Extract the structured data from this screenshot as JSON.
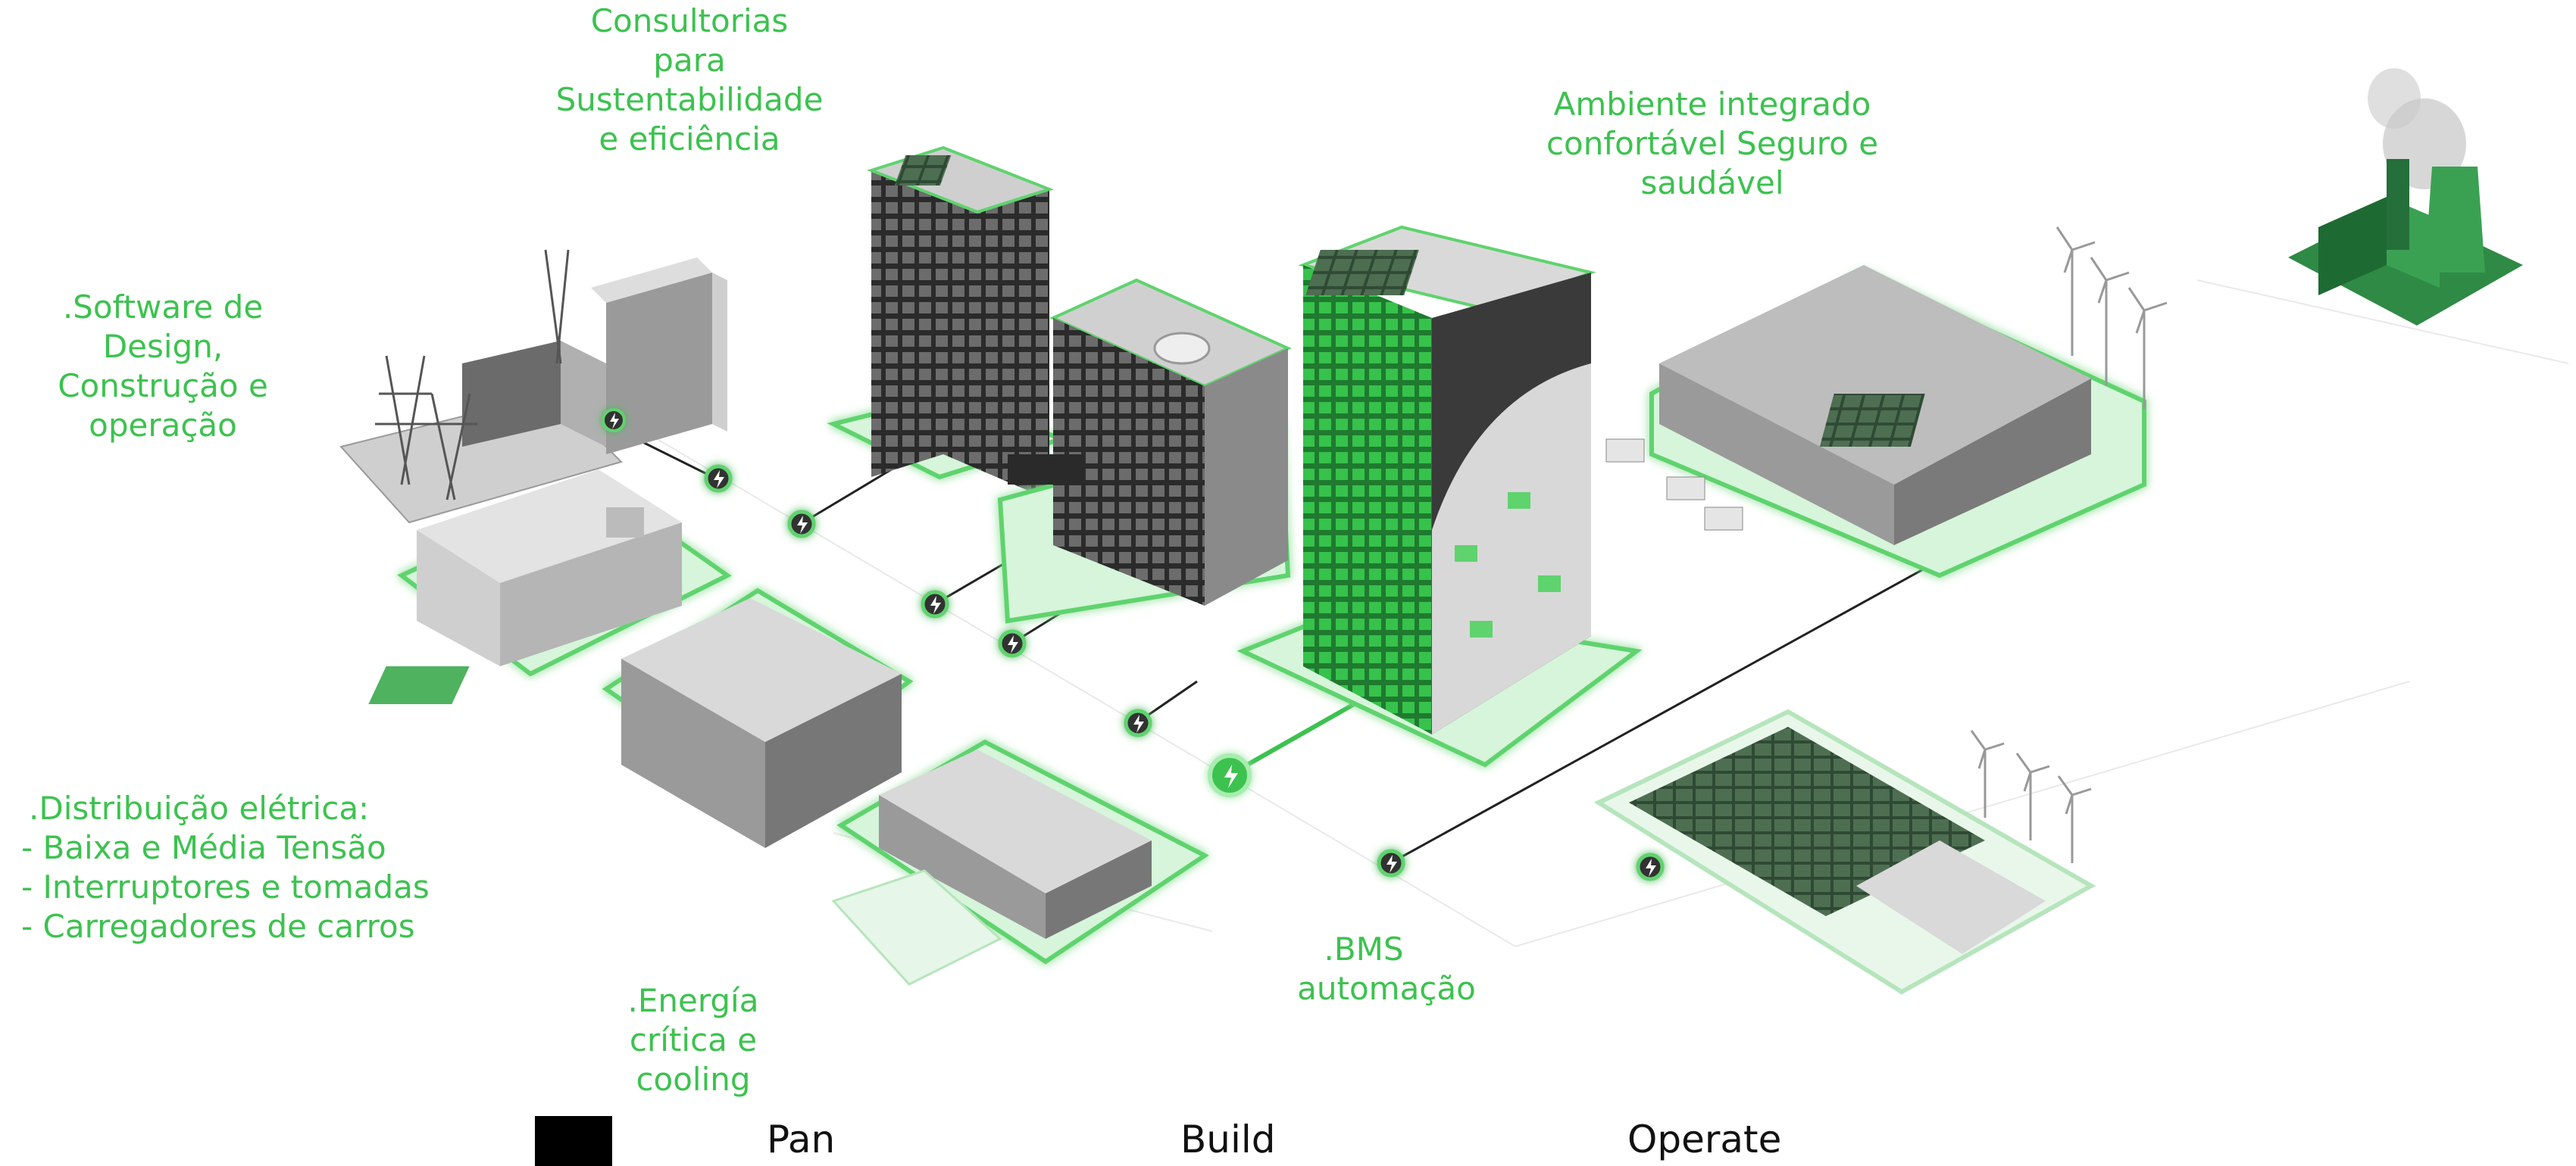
{
  "labels": {
    "consultorias": [
      "Consultorias",
      "para",
      "Sustentabilidade",
      "e eficiência"
    ],
    "ambiente": [
      "Ambiente integrado",
      "confortável Seguro e",
      "saudável"
    ],
    "software": [
      ".Software de",
      "Design,",
      "Construção e",
      "operação"
    ],
    "distribuicao": {
      "title": ".Distribuição elétrica:",
      "items": [
        "-  Baixa e Média Tensão",
        "-  Interruptores e tomadas",
        "-  Carregadores de carros"
      ]
    },
    "energia": [
      ".Energía",
      "crítica e",
      "cooling"
    ],
    "bms": [
      ".BMS",
      "automação"
    ]
  },
  "legend": {
    "swatch_color": "#000000",
    "items": [
      "Pan",
      "Build",
      "Operate"
    ]
  },
  "colors": {
    "accent": "#3cc24f",
    "glow": "#7ee08a",
    "building_dark": "#3a3a3a",
    "building_mid": "#8a8a8a",
    "building_light": "#d9d9d9",
    "factory": "#2f8a45"
  },
  "icons": {
    "node": "lightning-bolt-icon",
    "turbine": "wind-turbine-icon",
    "factory": "factory-icon"
  }
}
